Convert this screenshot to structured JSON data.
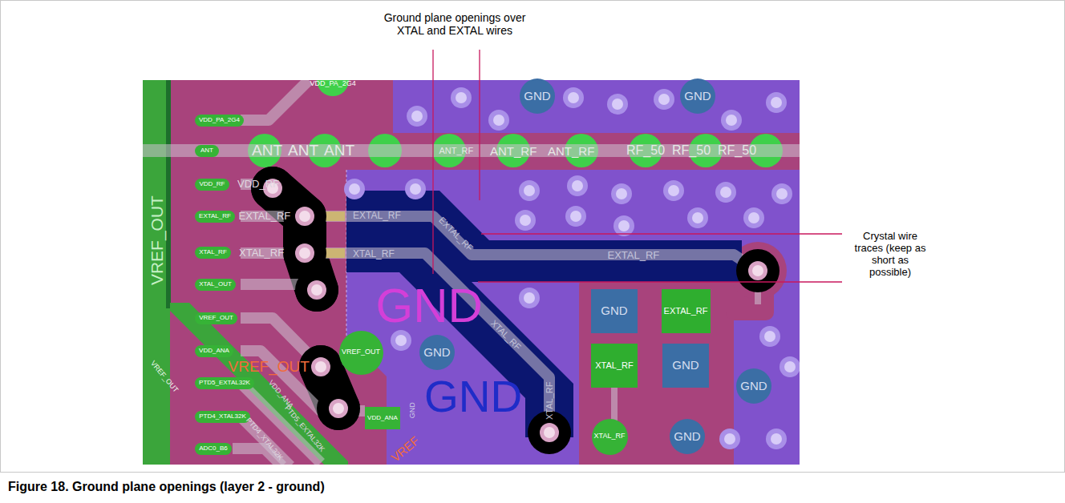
{
  "diagram": {
    "caption": "Figure 18. Ground plane openings (layer 2 - ground)",
    "nodes": [
      {
        "text": [
          "VDD_PA_2G4"
        ]
      },
      {
        "text": [
          "ANT"
        ]
      },
      {
        "text": [
          "VDD_RF"
        ]
      },
      {
        "text": [
          "EXTAL_RF"
        ]
      },
      {
        "text": [
          "XTAL_RF"
        ]
      },
      {
        "text": [
          "XTAL_OUT"
        ]
      },
      {
        "text": [
          "VREF_OUT"
        ]
      },
      {
        "text": [
          "VDD_ANA"
        ]
      },
      {
        "text": [
          "PTD5_EXTAL32K"
        ]
      },
      {
        "text": [
          "PTD4_XTAL32K"
        ]
      },
      {
        "text": [
          "ADC0_B6"
        ]
      },
      {
        "text": [
          "GND"
        ]
      },
      {
        "text": [
          "GND"
        ]
      },
      {
        "text": [
          "GND"
        ]
      },
      {
        "text": [
          "EXTAL_RF"
        ]
      },
      {
        "text": [
          "VREF_OUT"
        ]
      },
      {
        "text": [
          "GND"
        ]
      },
      {
        "text": [
          "XTAL_RF"
        ]
      },
      {
        "text": [
          "GND"
        ]
      },
      {
        "text": [
          "GND"
        ]
      },
      {
        "text": [
          "VDD_ANA"
        ]
      },
      {
        "text": [
          "XTAL_RF"
        ]
      },
      {
        "text": [
          "GND"
        ]
      }
    ],
    "labels": [
      "Ground plane openings over XTAL and EXTAL wires",
      "Crystal wire traces (keep as short as possible)",
      "VDD_PA_2G4",
      "ANT",
      "ANT",
      "ANT",
      "ANT_RF",
      "ANT_RF",
      "ANT_RF",
      "RF_50",
      "RF_50",
      "RF_50",
      "VDD_RF",
      "EXTAL_RF",
      "XTAL_RF",
      "EXTAL_RF",
      "XTAL_RF",
      "EXTAL_RF",
      "XTAL_RF",
      "EXTAL_RF",
      "XTAL_RF",
      "GND",
      "GND",
      "GND",
      "VREF_OUT",
      "VREF_OUT",
      "VREF_OUT",
      "VDD_ANA",
      "PTD5_EXTAL32K",
      "PTD4_XTAL32K",
      "VREF"
    ]
  }
}
